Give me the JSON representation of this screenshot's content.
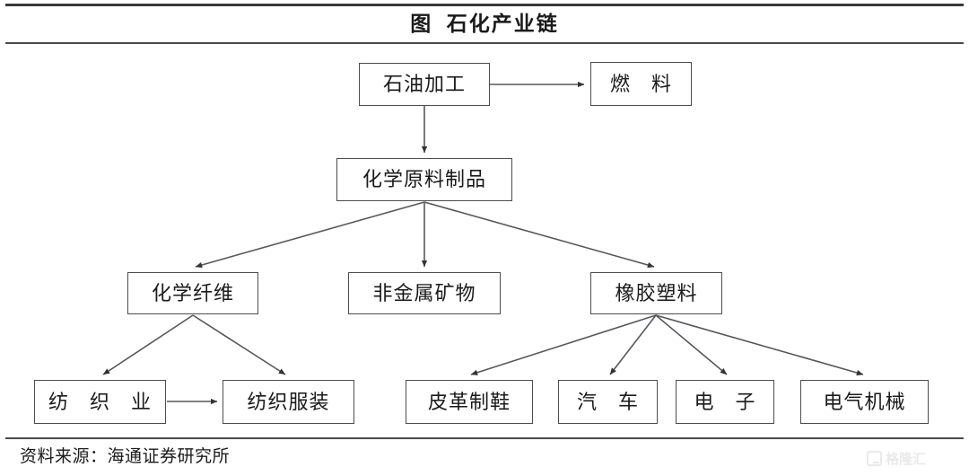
{
  "header": {
    "title": "图  石化产业链"
  },
  "footer": {
    "source": "资料来源：海通证券研究所"
  },
  "watermark": {
    "text": "格隆汇",
    "logo_icon": "gelonghui-logo-icon"
  },
  "diagram": {
    "type": "flowchart",
    "orientation": "top-down",
    "node_border_color": "#4d4d4d",
    "node_fill_color": "#ffffff",
    "edge_color": "#333333",
    "nodes": [
      {
        "id": "petro",
        "label": "石油加工",
        "level": 1
      },
      {
        "id": "fuel",
        "label": "燃　料",
        "level": 1
      },
      {
        "id": "chem",
        "label": "化学原料制品",
        "level": 2
      },
      {
        "id": "fiber",
        "label": "化学纤维",
        "level": 3
      },
      {
        "id": "mineral",
        "label": "非金属矿物",
        "level": 3
      },
      {
        "id": "rubber",
        "label": "橡胶塑料",
        "level": 3
      },
      {
        "id": "textile",
        "label": "纺　织　业",
        "level": 4
      },
      {
        "id": "apparel",
        "label": "纺织服装",
        "level": 4
      },
      {
        "id": "leather",
        "label": "皮革制鞋",
        "level": 4
      },
      {
        "id": "auto",
        "label": "汽　车",
        "level": 4
      },
      {
        "id": "elec",
        "label": "电　子",
        "level": 4
      },
      {
        "id": "machine",
        "label": "电气机械",
        "level": 4
      }
    ],
    "edges": [
      {
        "from": "petro",
        "to": "fuel"
      },
      {
        "from": "petro",
        "to": "chem"
      },
      {
        "from": "chem",
        "to": "fiber"
      },
      {
        "from": "chem",
        "to": "mineral"
      },
      {
        "from": "chem",
        "to": "rubber"
      },
      {
        "from": "fiber",
        "to": "textile"
      },
      {
        "from": "fiber",
        "to": "apparel"
      },
      {
        "from": "textile",
        "to": "apparel"
      },
      {
        "from": "rubber",
        "to": "leather"
      },
      {
        "from": "rubber",
        "to": "auto"
      },
      {
        "from": "rubber",
        "to": "elec"
      },
      {
        "from": "rubber",
        "to": "machine"
      }
    ]
  }
}
